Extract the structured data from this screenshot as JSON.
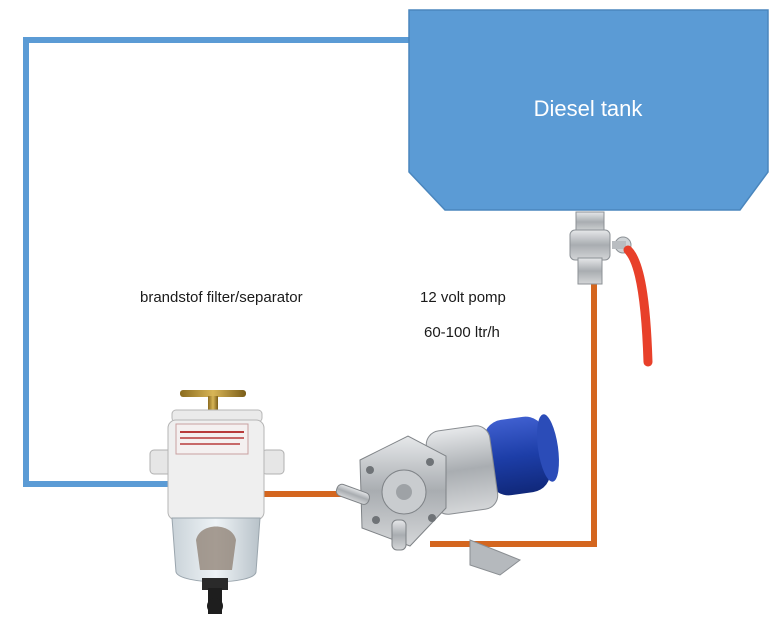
{
  "diagram": {
    "tank": {
      "label": "Diesel tank",
      "color": "#5b9bd5"
    },
    "labels": {
      "filter": "brandstof filter/separator",
      "pump_voltage": "12 volt  pomp",
      "pump_flow": "60-100 ltr/h"
    },
    "lines": {
      "return_color": "#5b9bd5",
      "supply_color": "#d4661f"
    }
  }
}
